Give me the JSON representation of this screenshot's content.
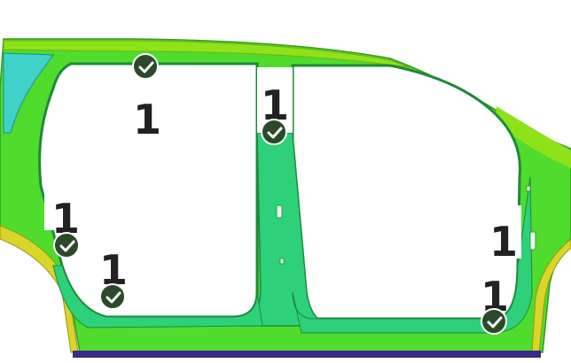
{
  "colors": {
    "panel_green": "#29c94a",
    "panel_bright": "#4fdc2c",
    "pillar_green": "#2fd07a",
    "flange_yellow": "#d9d62a",
    "roof_lime": "#8fe21a",
    "cyan_part": "#3fd2c8",
    "sill_purple": "#3a2a8c",
    "marker_dark": "#2c4a2a",
    "label_text": "#222222"
  },
  "markers": {
    "check_icon": "check-circle-icon",
    "labels": [
      "1",
      "1",
      "1",
      "1",
      "1",
      "1"
    ]
  }
}
